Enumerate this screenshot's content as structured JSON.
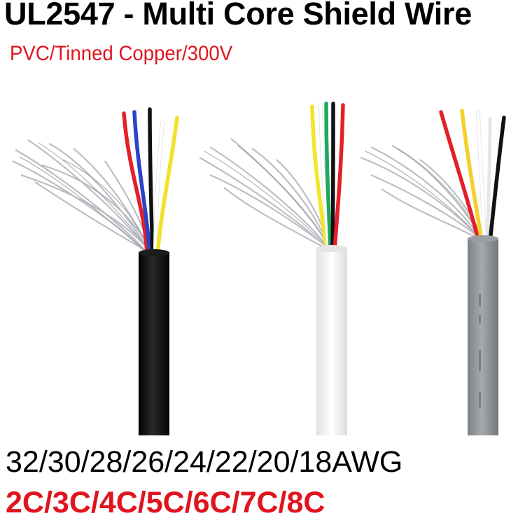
{
  "header": {
    "title": "UL2547 - Multi Core Shield Wire",
    "subtitle": "PVC/Tinned Copper/300V"
  },
  "footer": {
    "gauge_line": "32/30/28/26/24/22/20/18AWG",
    "cores_line": "2C/3C/4C/5C/6C/7C/8C"
  },
  "cables": [
    {
      "jacket": "black",
      "core_colors": [
        "#e3202a",
        "#2a43c9",
        "#111111",
        "#ffffff",
        "#f3e12a"
      ]
    },
    {
      "jacket": "white",
      "core_colors": [
        "#f2e52a",
        "#ffffff",
        "#1fa85a",
        "#111111",
        "#e3202a"
      ]
    },
    {
      "jacket": "gray",
      "core_colors": [
        "#e3202a",
        "#f3d12a",
        "#ffffff",
        "#ffffff",
        "#111111"
      ]
    }
  ],
  "colors": {
    "title": "#000000",
    "accent_red": "#e0141e",
    "jacket_black": "#141414",
    "jacket_white": "#f2f2f2",
    "jacket_gray": "#8f9296",
    "shield_braid": "#b9bcc1"
  }
}
